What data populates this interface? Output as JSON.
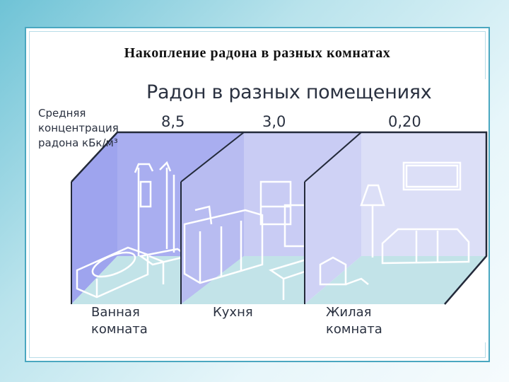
{
  "slide": {
    "title": "Накопление  радона  в  разных  комнатах"
  },
  "figure": {
    "title": "Радон в разных помещениях",
    "y_label": "Средняя концентрация радона кБк/м³",
    "rooms": [
      {
        "name": "Ванная комната",
        "value_label": "8,5",
        "value": 8.5
      },
      {
        "name": "Кухня",
        "value_label": "3,0",
        "value": 3.0
      },
      {
        "name": "Жилая комната",
        "value_label": "0,20",
        "value": 0.2
      }
    ]
  },
  "colors": {
    "page_gradient_start": "#6fc3d6",
    "slide_border": "#4aa7c0",
    "bathroom_wall": "#a9aef0",
    "kitchen_wall": "#c9ccf4",
    "living_wall": "#dcdff7",
    "floor": "#c2e3e8",
    "text": "#2a3140"
  }
}
